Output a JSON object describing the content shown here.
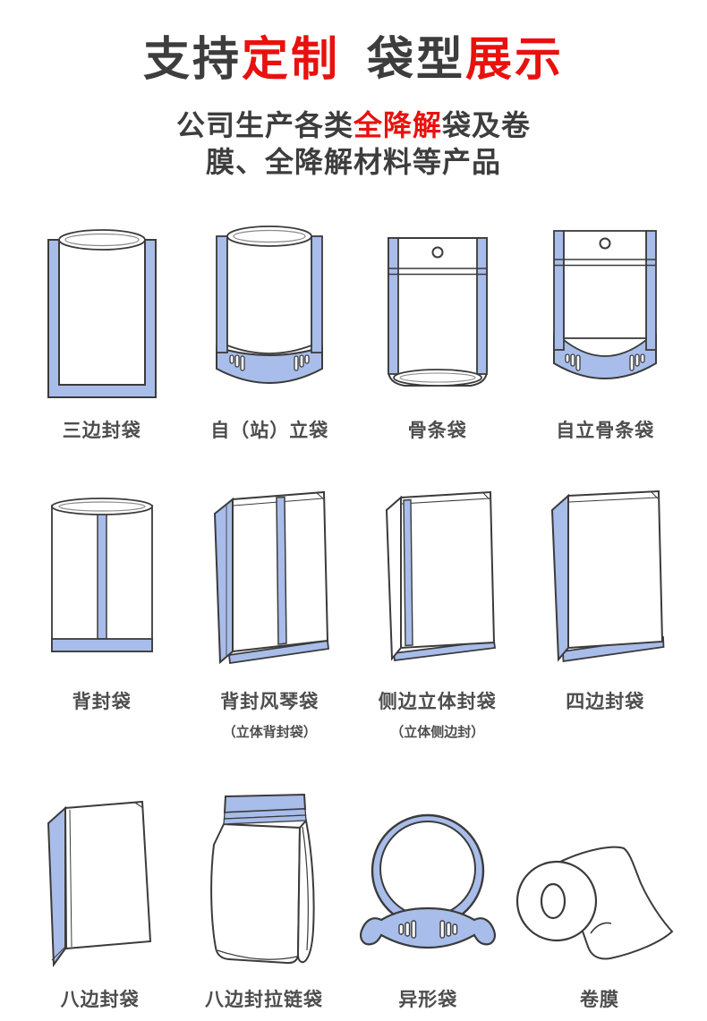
{
  "header": {
    "title": {
      "seg1": "支持",
      "seg2": "定制",
      "seg3": "袋型",
      "seg4": "展示"
    },
    "subtitle": {
      "line1": {
        "seg1": "公司生产各类",
        "seg2": "全降解",
        "seg3": "袋及卷"
      },
      "line2": "膜、全降解材料等产品"
    }
  },
  "colors": {
    "accent_red": "#e8110e",
    "text_dark": "#3d3d3d",
    "label_gray": "#4d4d4d",
    "bag_blue": "#a9bdea",
    "outline_dark": "#3b3b3b"
  },
  "grid": {
    "items": [
      {
        "label": "三边封袋",
        "icon": "three-side-seal-bag"
      },
      {
        "label": "自（站）立袋",
        "icon": "stand-up-pouch"
      },
      {
        "label": "骨条袋",
        "icon": "rib-zipper-bag"
      },
      {
        "label": "自立骨条袋",
        "icon": "stand-up-rib-zipper-bag"
      },
      {
        "label": "背封袋",
        "icon": "back-seal-bag"
      },
      {
        "label": "背封风琴袋",
        "sublabel": "（立体背封袋）",
        "icon": "back-seal-gusset-bag"
      },
      {
        "label": "侧边立体封袋",
        "sublabel": "（立体侧边封）",
        "icon": "side-gusset-seal-bag"
      },
      {
        "label": "四边封袋",
        "icon": "four-side-seal-bag"
      },
      {
        "label": "八边封袋",
        "icon": "eight-side-seal-bag"
      },
      {
        "label": "八边封拉链袋",
        "icon": "eight-side-seal-zipper-bag"
      },
      {
        "label": "异形袋",
        "icon": "shaped-bag"
      },
      {
        "label": "卷膜",
        "icon": "roll-film"
      }
    ]
  }
}
